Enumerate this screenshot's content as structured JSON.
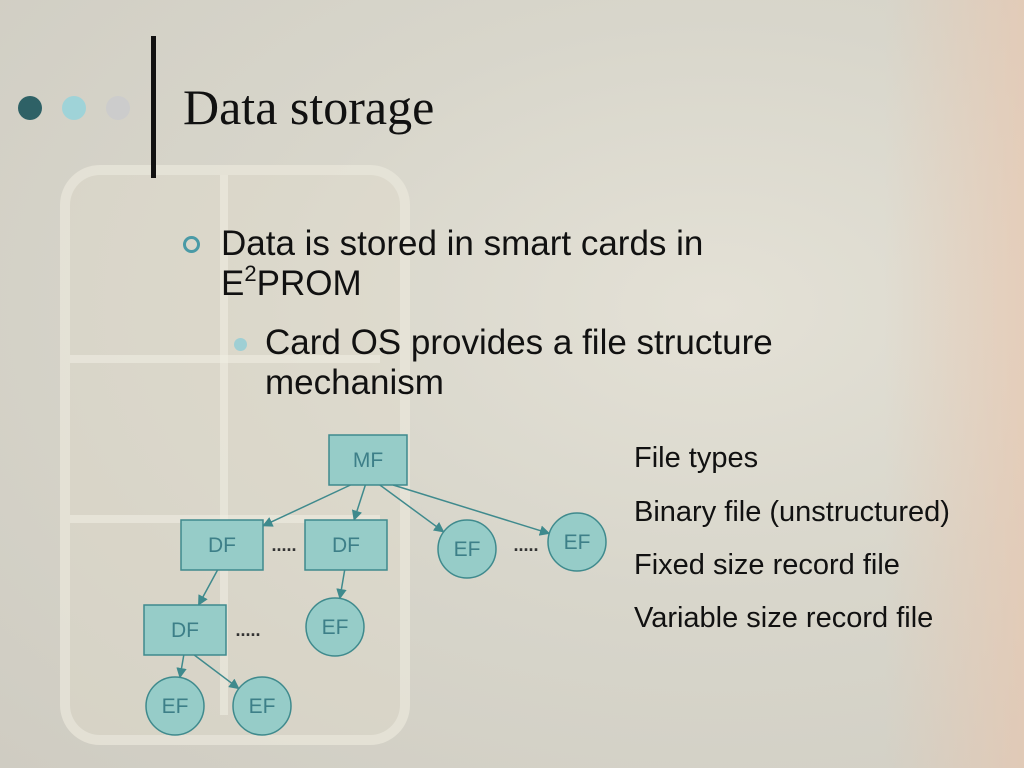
{
  "slide": {
    "title": "Data storage",
    "bullet1": {
      "text_before": "Data is stored in smart cards in E",
      "superscript": "2",
      "text_after": "PROM"
    },
    "bullet2": "Card OS provides a file structure mechanism",
    "nav_dot_colors": [
      "#2e6166",
      "#9fd3d8",
      "#cccccc"
    ]
  },
  "diagram": {
    "nodes": [
      {
        "id": "mf",
        "label": "MF",
        "shape": "box"
      },
      {
        "id": "df1",
        "label": "DF",
        "shape": "box"
      },
      {
        "id": "df2",
        "label": "DF",
        "shape": "box"
      },
      {
        "id": "ef1",
        "label": "EF",
        "shape": "circle"
      },
      {
        "id": "ef2",
        "label": "EF",
        "shape": "circle"
      },
      {
        "id": "df3",
        "label": "DF",
        "shape": "box"
      },
      {
        "id": "ef3",
        "label": "EF",
        "shape": "circle"
      },
      {
        "id": "ef4",
        "label": "EF",
        "shape": "circle"
      },
      {
        "id": "ef5",
        "label": "EF",
        "shape": "circle"
      }
    ],
    "edges": [
      {
        "from": "mf",
        "to": "df1"
      },
      {
        "from": "mf",
        "to": "df2"
      },
      {
        "from": "mf",
        "to": "ef1"
      },
      {
        "from": "mf",
        "to": "ef2"
      },
      {
        "from": "df1",
        "to": "df3"
      },
      {
        "from": "df2",
        "to": "ef3"
      },
      {
        "from": "df3",
        "to": "ef4"
      },
      {
        "from": "df3",
        "to": "ef5"
      }
    ],
    "ellipsis": ".....",
    "box_color": "#96ccc8",
    "border_color": "#3f8a8d"
  },
  "file_types": {
    "heading": "File types",
    "items": [
      "Binary file (unstructured)",
      "Fixed size record file",
      "Variable size record file"
    ]
  }
}
